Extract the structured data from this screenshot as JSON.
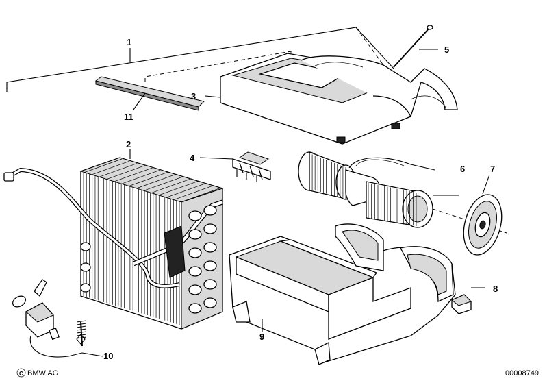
{
  "callouts": {
    "c1": "1",
    "c2": "2",
    "c3": "3",
    "c4": "4",
    "c5": "5",
    "c6": "6",
    "c7": "7",
    "c8": "8",
    "c9": "9",
    "c10": "10",
    "c11": "11"
  },
  "footer": {
    "brand": "BMW AG",
    "doc_number": "00008749"
  }
}
